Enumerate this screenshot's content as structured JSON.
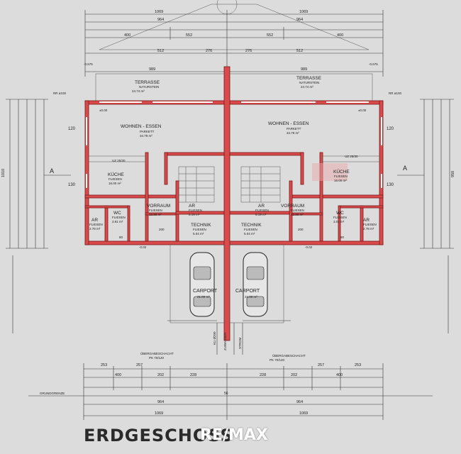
{
  "title": "ERDGESCHOSS",
  "brand": "RE/MAX",
  "colors": {
    "wall": "#d94a4a",
    "paper": "#dcdcdc",
    "ink": "#222222"
  },
  "rooms": {
    "wohnen_left": {
      "name": "WOHNEN - ESSEN",
      "floor": "PARKETT",
      "area": "34.79 m²"
    },
    "wohnen_right": {
      "name": "WOHNEN - ESSEN",
      "floor": "PARKETT",
      "area": "34.79 m²"
    },
    "kueche_left": {
      "name": "KÜCHE",
      "floor": "FLIESEN",
      "area": "16.00 m²"
    },
    "kueche_right": {
      "name": "KÜCHE",
      "floor": "FLIESEN",
      "area": "16.00 m²"
    },
    "vorraum_left": {
      "name": "VORRAUM",
      "floor": "FLIESEN",
      "area": "12.88 m²"
    },
    "vorraum_right": {
      "name": "VORRAUM",
      "floor": "FLIESEN",
      "area": "12.88 m²"
    },
    "ar_mid_left": {
      "name": "AR",
      "floor": "FLIESEN",
      "area": "6.19 m²"
    },
    "ar_mid_right": {
      "name": "AR",
      "floor": "FLIESEN",
      "area": "6.19 m²"
    },
    "wc_left": {
      "name": "WC",
      "floor": "FLIESEN",
      "area": "3.91 m²"
    },
    "wc_right": {
      "name": "WC",
      "floor": "FLIESEN",
      "area": "3.01 m²"
    },
    "ar_out_left": {
      "name": "AR",
      "floor": "FLIESEN",
      "area": "2.78 m²"
    },
    "ar_out_right": {
      "name": "AR",
      "floor": "FLIESEN",
      "area": "2.78 m²"
    },
    "technik_left": {
      "name": "TECHNIK",
      "floor": "FLIESEN",
      "area": "5.04 m²"
    },
    "technik_right": {
      "name": "TECHNIK",
      "floor": "FLIESEN",
      "area": "5.04 m²"
    },
    "terrasse_left": {
      "name": "TERRASSE",
      "floor": "NATURSTEIN",
      "area": "24.74 m²"
    },
    "terrasse_right": {
      "name": "TERRASSE",
      "floor": "NATURSTEIN",
      "area": "24.74 m²"
    },
    "carport_left": {
      "name": "CARPORT",
      "area": "21.00 m²"
    },
    "carport_right": {
      "name": "CARPORT",
      "area": "21.00 m²"
    }
  },
  "labels": {
    "uz_left": "UZ 25/30",
    "uz_right": "UZ 25/30",
    "section_a_left": "A",
    "section_a_right": "A",
    "uebergabe_left": "ÜBERGABESCHACHT",
    "uebergabe_left_size": "PK 70/120",
    "uebergabe_right": "ÜBERGABESCHACHT",
    "uebergabe_right_size": "PK 70/120",
    "grundgrenze": "GRUNDGRENZE",
    "strom": "STROM",
    "zuwasser": "ZUWASSER",
    "kanal": "KU Ø200",
    "rr_left": "RR ø100",
    "rr_right": "RR ø100",
    "level_0": "±0.00",
    "level_m2": "-0.02",
    "level_675": "-0.675"
  },
  "dims": {
    "top_total_left": "1069",
    "top_total_right": "1069",
    "top_964_left": "964",
    "top_964_right": "964",
    "top_552_left": "552",
    "top_552_right": "552",
    "top_400_left": "400",
    "top_400_right": "400",
    "top_512_left": "512",
    "top_512_right": "512",
    "top_276_left": "276",
    "top_276_right": "276",
    "top_989_left": "989",
    "top_989_right": "989",
    "bot_253_left": "253",
    "bot_257_left": "257",
    "bot_400_left": "400",
    "bot_202_left": "202",
    "bot_228_left": "228",
    "bot_253_right": "253",
    "bot_257_right": "257",
    "bot_400_right": "400",
    "bot_202_right": "202",
    "bot_228_right": "228",
    "bot_964_left": "964",
    "bot_964_right": "964",
    "bot_total_left": "1069",
    "bot_total_right": "1069",
    "side_120": "120",
    "side_130": "130",
    "side_950": "950",
    "side_1010": "1010",
    "mid_56": "56",
    "door_80": "80",
    "door_200": "200"
  }
}
